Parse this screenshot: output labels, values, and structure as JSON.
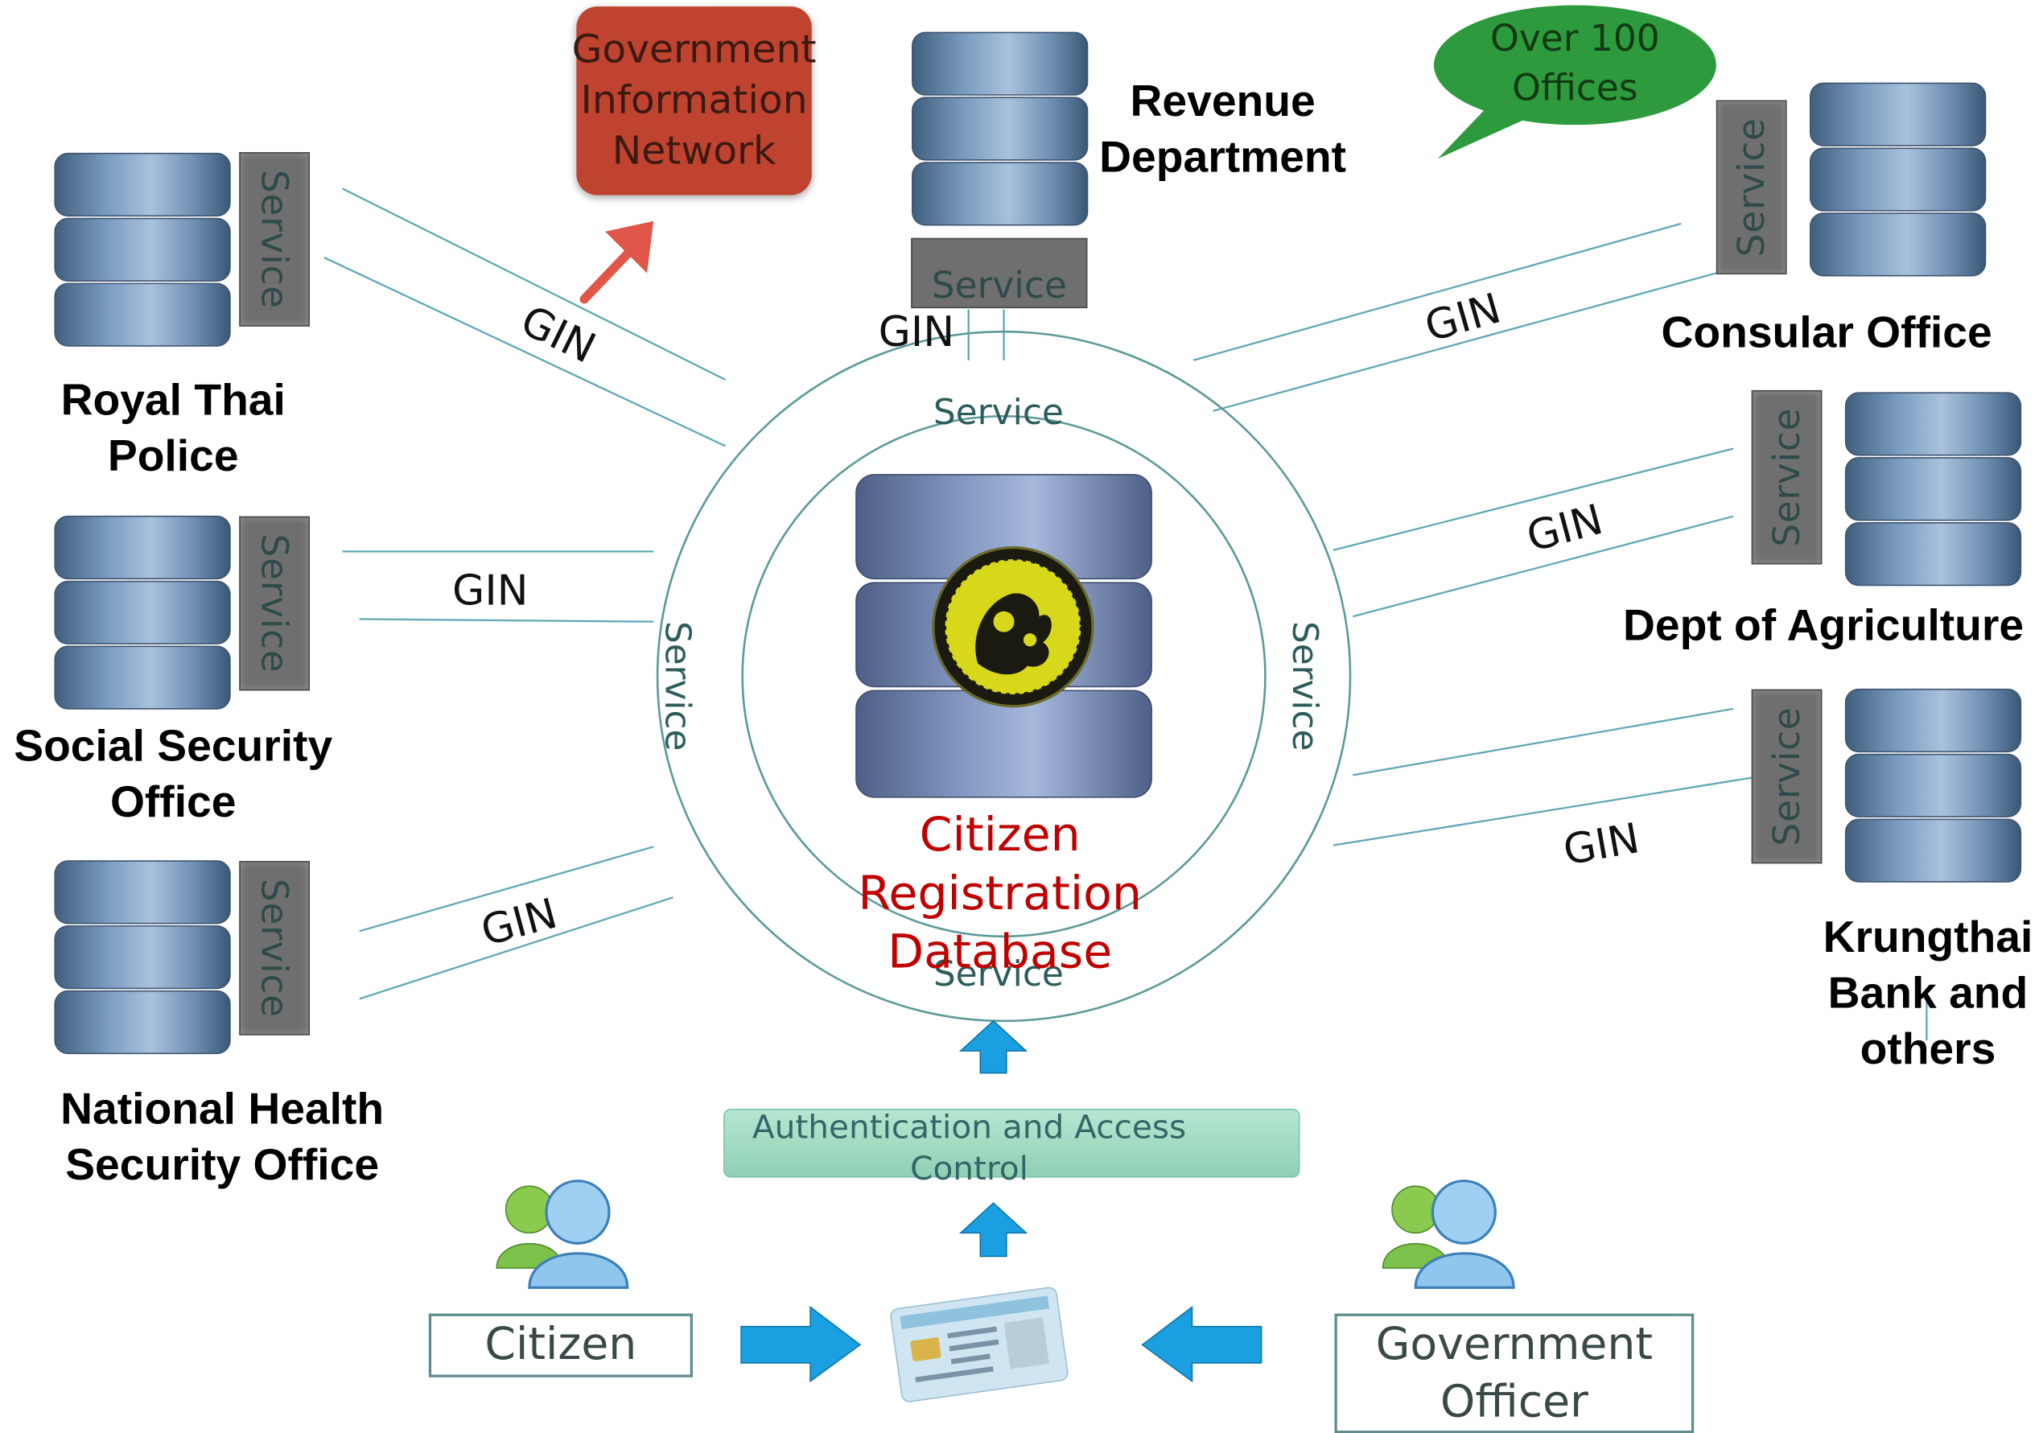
{
  "colors": {
    "gin_network_box": "#c0432f",
    "speech_bubble": "#2e9a3e",
    "connector_line": "#5fa7b4",
    "ring": "#5b9a98",
    "database_label": "#c00000",
    "auth_box": "#9fd8c0",
    "arrow_blue": "#1aa0e0"
  },
  "gin_network_box": {
    "text": "Government\nInformation\nNetwork"
  },
  "speech_bubble": {
    "text": "Over 100\nOffices"
  },
  "offices": {
    "royal_thai_police": {
      "label": "Royal Thai\nPolice",
      "service": "Service"
    },
    "social_security": {
      "label": "Social Security\nOffice",
      "service": "Service"
    },
    "national_health": {
      "label": "National Health\nSecurity Office",
      "service": "Service"
    },
    "revenue": {
      "label": "Revenue\nDepartment",
      "service": "Service"
    },
    "consular": {
      "label": "Consular Office",
      "service": "Service"
    },
    "agriculture": {
      "label": "Dept of Agriculture",
      "service": "Service"
    },
    "krungthai": {
      "label": "Krungthai\nBank and\nothers",
      "service": "Service"
    }
  },
  "gin_labels": {
    "police": "GIN",
    "social": "GIN",
    "health": "GIN",
    "revenue": "GIN",
    "consular": "GIN",
    "agriculture": "GIN",
    "krungthai": "GIN"
  },
  "ring_services": {
    "top": "Service",
    "left": "Service",
    "right": "Service",
    "bottom": "Service"
  },
  "central_database": {
    "label": "Citizen\nRegistration\nDatabase"
  },
  "auth_box": {
    "text": "Authentication and Access\nControl"
  },
  "citizen": {
    "label": "Citizen"
  },
  "government_officer": {
    "label": "Government\nOfficer"
  }
}
